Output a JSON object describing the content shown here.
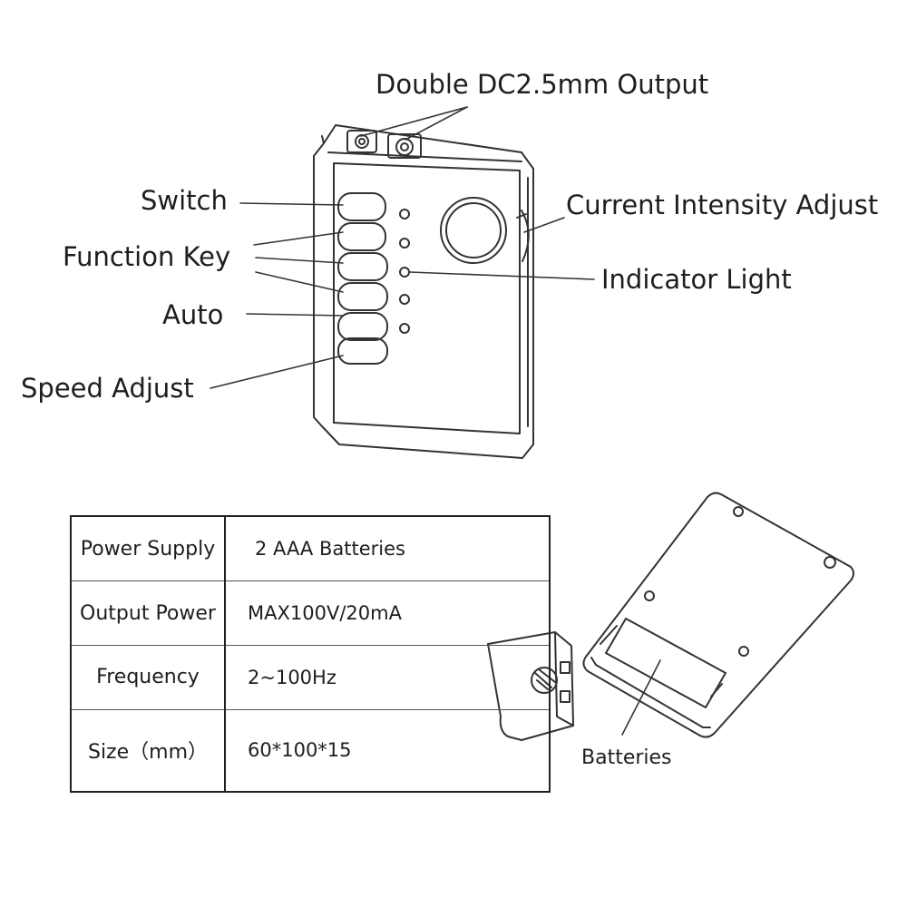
{
  "labels": {
    "output": "Double DC2.5mm Output",
    "switch": "Switch",
    "function_key": "Function Key",
    "auto": "Auto",
    "speed_adjust": "Speed Adjust",
    "intensity": "Current Intensity Adjust",
    "indicator": "Indicator Light",
    "batteries": "Batteries"
  },
  "specs": [
    {
      "key": "Power Supply",
      "value": "2 AAA Batteries"
    },
    {
      "key": "Output Power",
      "value": "MAX100V/20mA"
    },
    {
      "key": "Frequency",
      "value": "2~100Hz"
    },
    {
      "key": "Size（mm）",
      "value": "60*100*15"
    }
  ],
  "colors": {
    "line": "#333333",
    "text": "#1e1e1e"
  }
}
